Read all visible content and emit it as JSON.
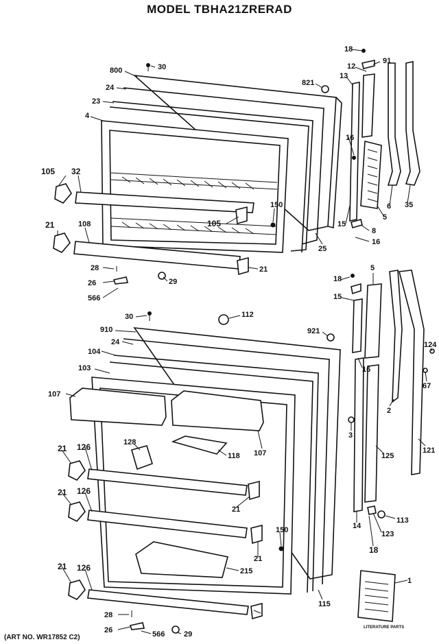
{
  "title": "MODEL TBHA21ZRERAD",
  "art_number": "(ART NO. WR17852 C2)",
  "literature_label": "LITERATURE PARTS",
  "callouts": {
    "c18a": "18",
    "c30a": "30",
    "c800": "800",
    "c91": "91",
    "c12": "12",
    "c13": "13",
    "c821": "821",
    "c24a": "24",
    "c23": "23",
    "c4": "4",
    "c16a": "16",
    "c105a": "105",
    "c32": "32",
    "c150a": "150",
    "c105b": "105",
    "c15a": "15",
    "c6a": "6",
    "c35": "35",
    "c5a": "5",
    "c8": "8",
    "c16b": "16",
    "c21a": "21",
    "c108": "108",
    "c25": "25",
    "c21b": "21",
    "c28a": "28",
    "c26a": "26",
    "c29a": "29",
    "c566a": "566",
    "c5b": "5",
    "c18b": "18",
    "c15b": "15",
    "c112": "112",
    "c30b": "30",
    "c910": "910",
    "c921": "921",
    "c24b": "24",
    "c104": "104",
    "c124": "124",
    "c103": "103",
    "c16c": "16",
    "c67": "67",
    "c107a": "107",
    "c3": "3",
    "c2": "2",
    "c128": "128",
    "c121": "121",
    "c126a": "126",
    "c21c": "21",
    "c118": "118",
    "c107b": "107",
    "c125": "125",
    "c126b": "126",
    "c21d": "21",
    "c21e": "21",
    "c113": "113",
    "c14": "14",
    "c123": "123",
    "c150b": "150",
    "c18c": "18",
    "c21f": "21",
    "c126c": "126",
    "c215": "215",
    "c21g": "21",
    "c1": "1",
    "c115": "115",
    "c28b": "28",
    "c26b": "26",
    "c566b": "566",
    "c29b": "29"
  }
}
